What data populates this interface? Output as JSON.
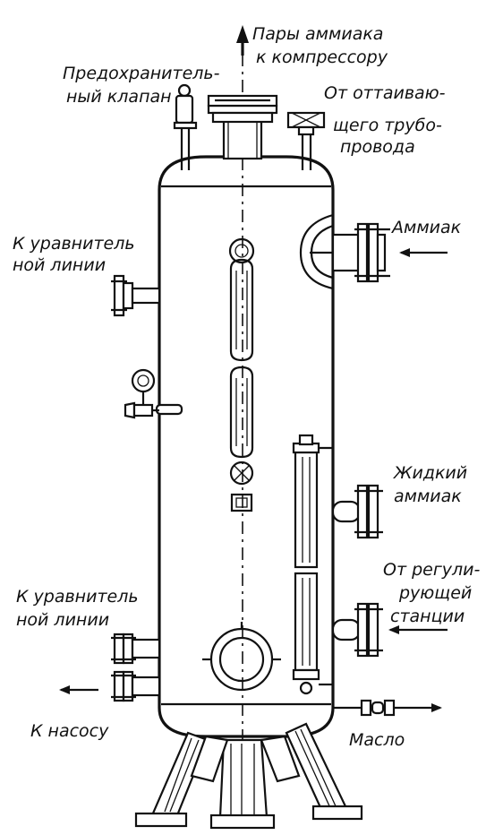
{
  "labels": {
    "vapor_line1": "Пары аммиака",
    "vapor_line2": "к компрессору",
    "safety_line1": "Предохранитель-",
    "safety_line2": "ный клапан",
    "defrost_line1": "От оттаиваю-",
    "defrost_line2": "щего трубо-",
    "defrost_line3": "провода",
    "ammonia": "Аммиак",
    "equalizer_top_line1": "К уравнитель",
    "equalizer_top_line2": "ной линии",
    "liquid_line1": "Жидкий",
    "liquid_line2": "аммиак",
    "regulating_line1": "От регули-",
    "regulating_line2": "рующей",
    "regulating_line3": "станции",
    "equalizer_bottom_line1": "К уравнитель",
    "equalizer_bottom_line2": "ной линии",
    "pump": "К насосу",
    "oil": "Масло"
  },
  "colors": {
    "ink": "#111111",
    "paper": "#ffffff"
  }
}
